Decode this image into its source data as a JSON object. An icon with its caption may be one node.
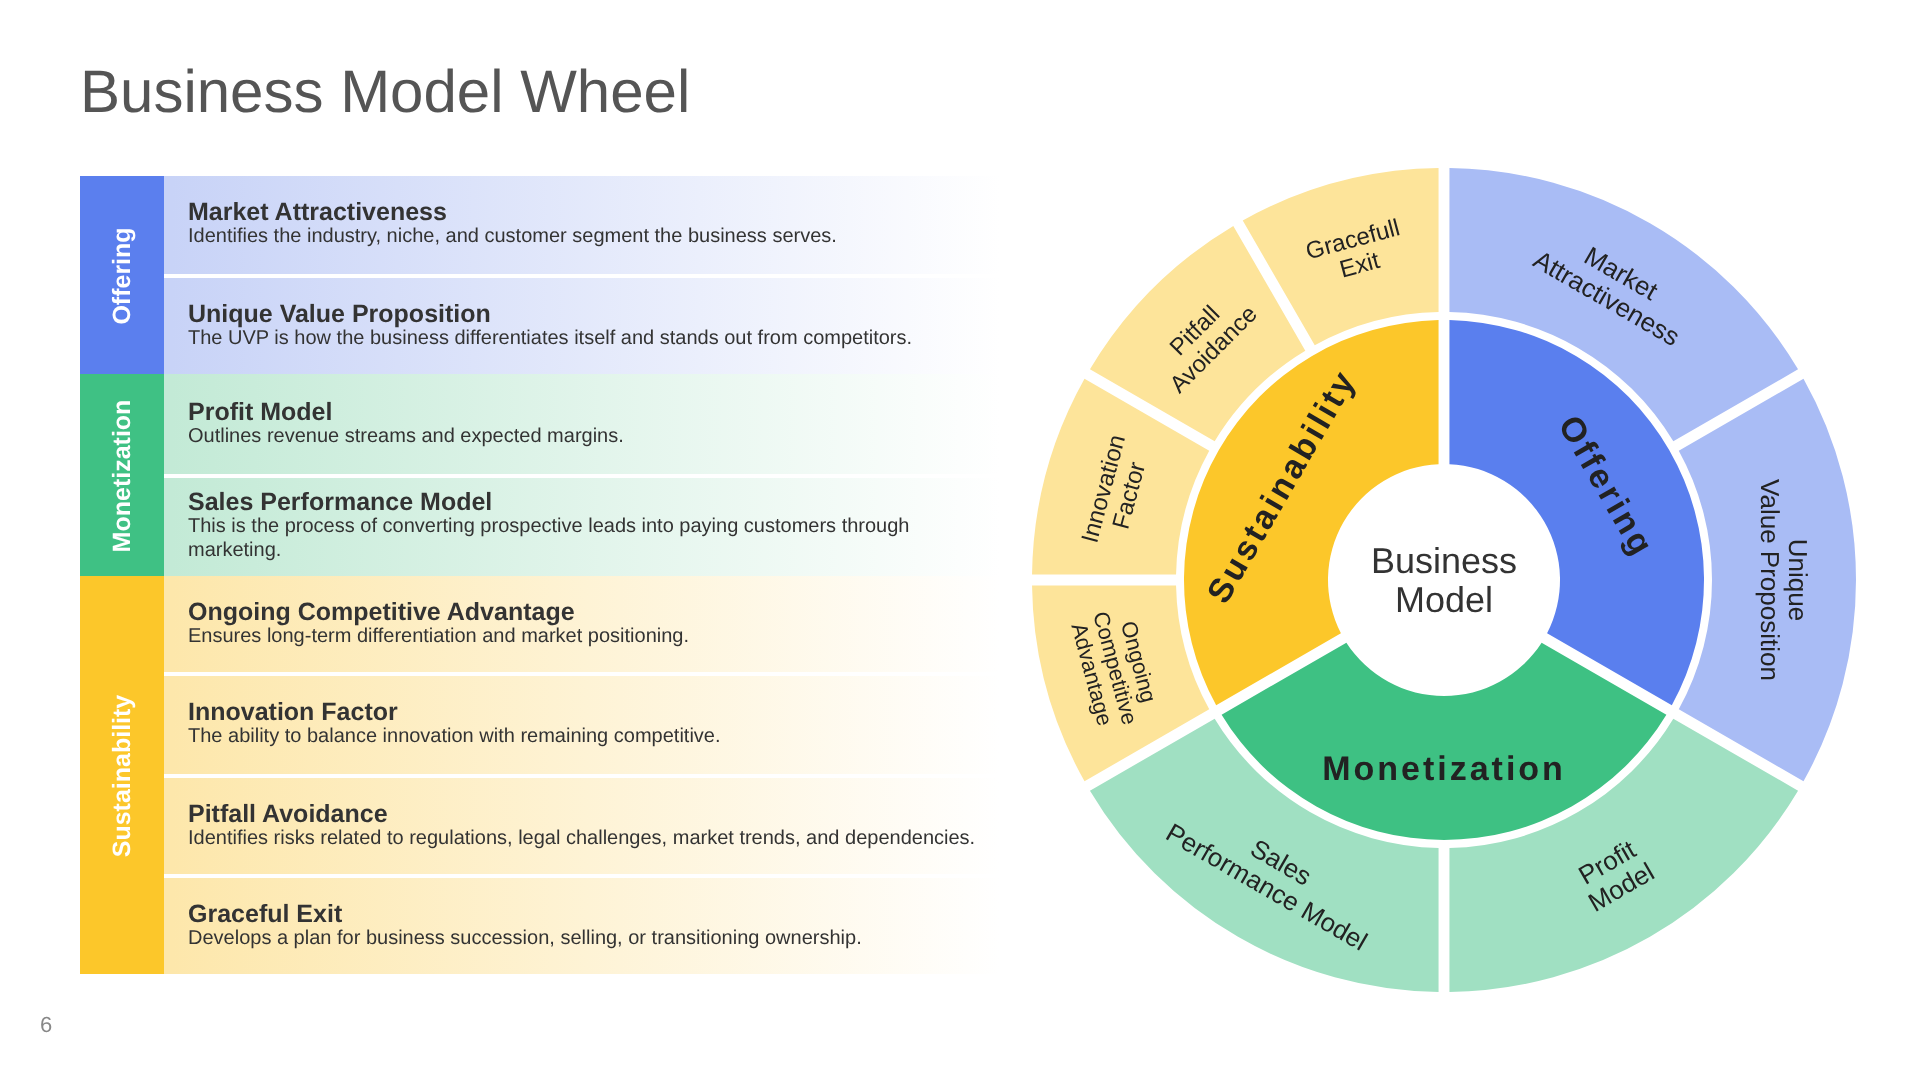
{
  "diagram": {
    "title": "Business Model Wheel",
    "nodes": [
      {
        "text": [
          "Offering"
        ]
      },
      {
        "text": [
          "Market Attractiveness",
          "Identifies the industry, niche, and customer segment the business serves."
        ],
        "in": 0
      },
      {
        "text": [
          "Unique Value Proposition",
          "The UVP is how the business differentiates itself and stands out from competitors."
        ],
        "in": 0
      },
      {
        "text": [
          "Monetization"
        ]
      },
      {
        "text": [
          "Profit Model",
          "Outlines revenue streams and expected margins."
        ],
        "in": 3
      },
      {
        "text": [
          "Sales Performance Model",
          "This is the process of converting prospective leads into paying customers through marketing."
        ],
        "in": 3
      },
      {
        "text": [
          "Sustainability"
        ]
      },
      {
        "text": [
          "Ongoing Competitive Advantage",
          "Ensures long-term differentiation and market positioning."
        ],
        "in": 6
      },
      {
        "text": [
          "Innovation Factor",
          "The ability to balance innovation with remaining competitive."
        ],
        "in": 6
      },
      {
        "text": [
          "Pitfall Avoidance",
          "Identifies risks related to regulations, legal challenges, market trends, and dependencies."
        ],
        "in": 6
      },
      {
        "text": [
          "Graceful Exit",
          "Develops a plan for business succession, selling, or transitioning ownership."
        ],
        "in": 6
      },
      {
        "text": [
          "Business Model"
        ]
      },
      {
        "text": [
          "Offering"
        ]
      },
      {
        "text": [
          "Monetization"
        ]
      },
      {
        "text": [
          "Sustainability"
        ]
      },
      {
        "text": [
          "Market Attractiveness"
        ]
      },
      {
        "text": [
          "Unique Value Proposition"
        ]
      },
      {
        "text": [
          "Profit Model"
        ]
      },
      {
        "text": [
          "Sales Performance Model"
        ]
      },
      {
        "text": [
          "Ongoing Competitive Advantage"
        ]
      },
      {
        "text": [
          "Innovation Factor"
        ]
      },
      {
        "text": [
          "Pitfall Avoidance"
        ]
      },
      {
        "text": [
          "Gracefull Exit"
        ]
      }
    ],
    "edges": [],
    "labels": [
      "6"
    ]
  }
}
